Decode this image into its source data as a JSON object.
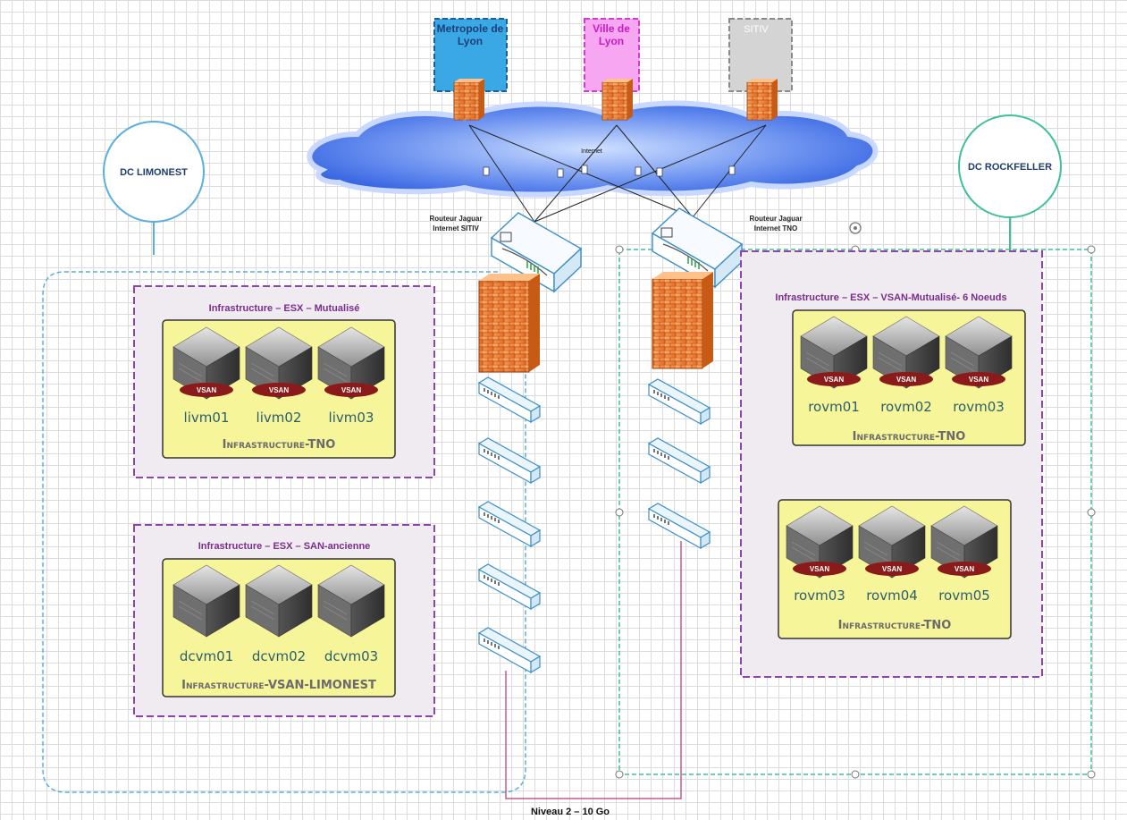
{
  "sites": {
    "metropole": {
      "label_line1": "Metropole de",
      "label_line2": "Lyon",
      "color": "#3ba8e6"
    },
    "ville": {
      "label_line1": "Ville de",
      "label_line2": "Lyon",
      "color": "#f27cf0"
    },
    "sitiv": {
      "label": "SITIV",
      "color": "#cfcfcf"
    }
  },
  "internet_label": "Internet",
  "dc_limonest": {
    "label": "DC LIMONEST",
    "color": "#5aaee0"
  },
  "dc_rockfeller": {
    "label": "DC ROCKFELLER",
    "color": "#3dbf9a"
  },
  "router_sitiv": {
    "label_line1": "Routeur Jaguar",
    "label_line2": "Internet SITIV"
  },
  "router_tno": {
    "label_line1": "Routeur Jaguar",
    "label_line2": "Internet TNO"
  },
  "clusters": {
    "esx_mutualise": {
      "title": "Infrastructure – ESX – Mutualisé",
      "footer": "Infrastructure-TNO",
      "vms": [
        "livm01",
        "livm02",
        "livm03"
      ]
    },
    "esx_san": {
      "title": "Infrastructure – ESX – SAN-ancienne",
      "footer": "Infrastructure-VSAN-LIMONEST",
      "vms": [
        "dcvm01",
        "dcvm02",
        "dcvm03"
      ]
    },
    "esx_vsan_6": {
      "title": "Infrastructure – ESX – VSAN-Mutualisé- 6 Noeuds",
      "group1": {
        "footer": "Infrastructure-TNO",
        "vms": [
          "rovm01",
          "rovm02",
          "rovm03"
        ]
      },
      "group2": {
        "footer": "Infrastructure-TNO",
        "vms": [
          "rovm03",
          "rovm04",
          "rovm05"
        ]
      }
    }
  },
  "vsan_badge": "VSAN",
  "link_label": "Niveau 2 – 10 Go",
  "colors": {
    "cluster_border": "#8e44ad",
    "cluster_fill": "#f0ecf1",
    "yellow_box": "#f7f59a",
    "cloud": "#4a78e8",
    "firewall": "#f07f2a",
    "switch": "#3b8fc9",
    "link": "#c45a8a"
  }
}
